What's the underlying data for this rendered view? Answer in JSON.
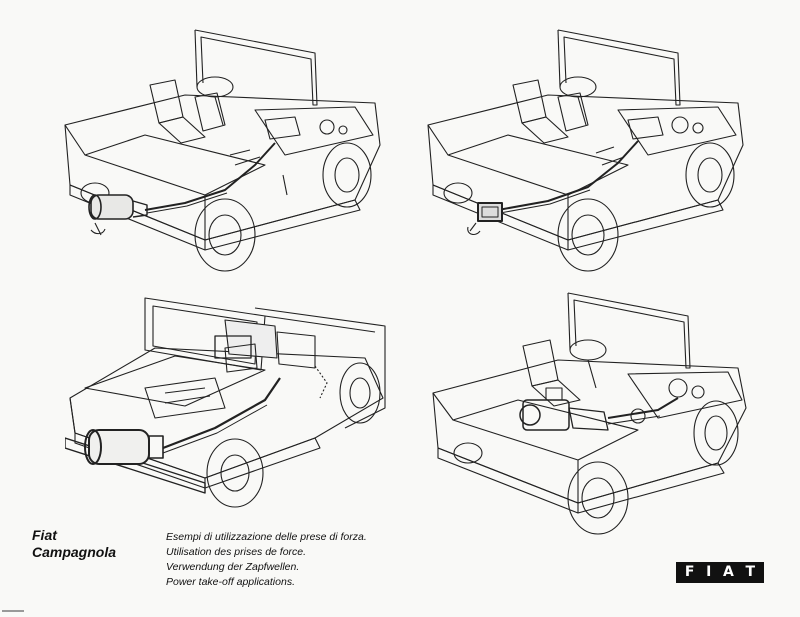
{
  "model_name": {
    "line1": "Fiat",
    "line2": "Campagnola"
  },
  "captions": [
    "Esempi di utilizzazione delle prese di forza.",
    "Utilisation des prises de force.",
    "Verwendung der Zapfwellen.",
    "Power take-off applications."
  ],
  "logo": {
    "letters": [
      "F",
      "I",
      "A",
      "T"
    ]
  },
  "illustrations": [
    {
      "name": "rear-winch"
    },
    {
      "name": "rear-pto-shaft"
    },
    {
      "name": "front-winch"
    },
    {
      "name": "generator-in-bed"
    }
  ],
  "colors": {
    "background": "#f9f9f7",
    "ink": "#111111",
    "logo_bg": "#111111",
    "logo_text": "#ffffff"
  }
}
